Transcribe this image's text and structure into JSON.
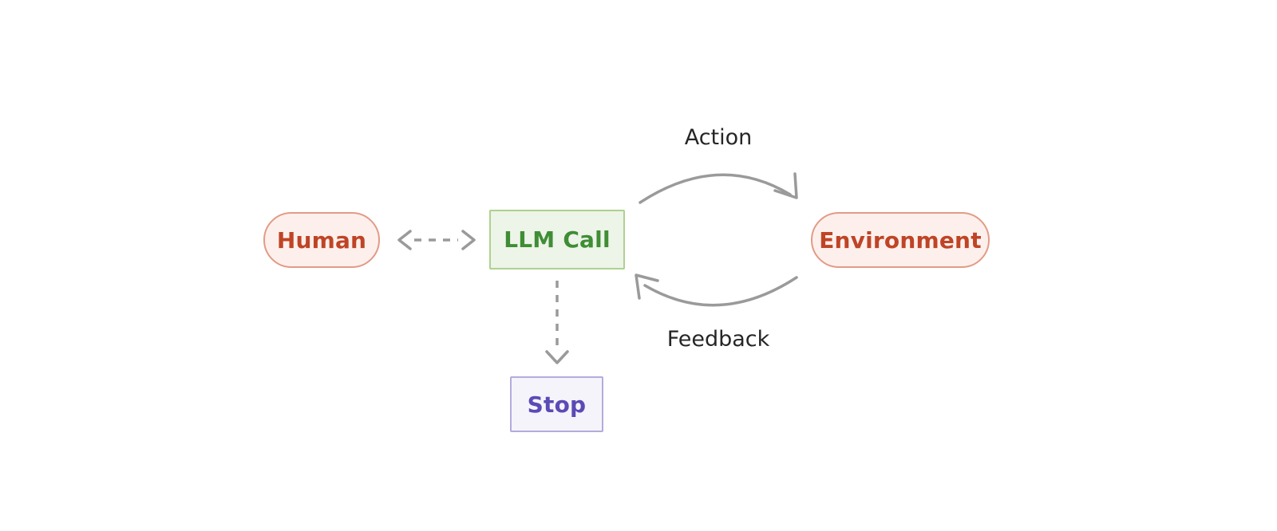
{
  "diagram": {
    "title": "Agent loop diagram",
    "background_color": "#ffffff",
    "nodes": [
      {
        "id": "human",
        "label": "Human",
        "shape": "pill",
        "fill": "#fdf0ec",
        "stroke": "#e29b86",
        "text_color": "#bf4426"
      },
      {
        "id": "llm-call",
        "label": "LLM Call",
        "shape": "rectangle",
        "fill": "#edf4e8",
        "stroke": "#aed18f",
        "text_color": "#3f8d35"
      },
      {
        "id": "environment",
        "label": "Environment",
        "shape": "pill",
        "fill": "#fdf0ec",
        "stroke": "#e29b86",
        "text_color": "#bf4426"
      },
      {
        "id": "stop",
        "label": "Stop",
        "shape": "rectangle",
        "fill": "#f6f4fb",
        "stroke": "#b3abdd",
        "text_color": "#5a4bb5"
      }
    ],
    "edges": [
      {
        "id": "human-llm",
        "label": "",
        "from": "human",
        "to": "llm-call",
        "style": "dashed",
        "direction": "bidirectional",
        "color": "#9a9a9a"
      },
      {
        "id": "action",
        "label": "Action",
        "from": "llm-call",
        "to": "environment",
        "style": "solid-curved",
        "direction": "forward",
        "color": "#9a9a9a",
        "label_color": "#262626"
      },
      {
        "id": "feedback",
        "label": "Feedback",
        "from": "environment",
        "to": "llm-call",
        "style": "solid-curved",
        "direction": "forward",
        "color": "#9a9a9a",
        "label_color": "#262626"
      },
      {
        "id": "llm-stop",
        "label": "",
        "from": "llm-call",
        "to": "stop",
        "style": "dashed",
        "direction": "forward",
        "color": "#9a9a9a"
      }
    ]
  }
}
